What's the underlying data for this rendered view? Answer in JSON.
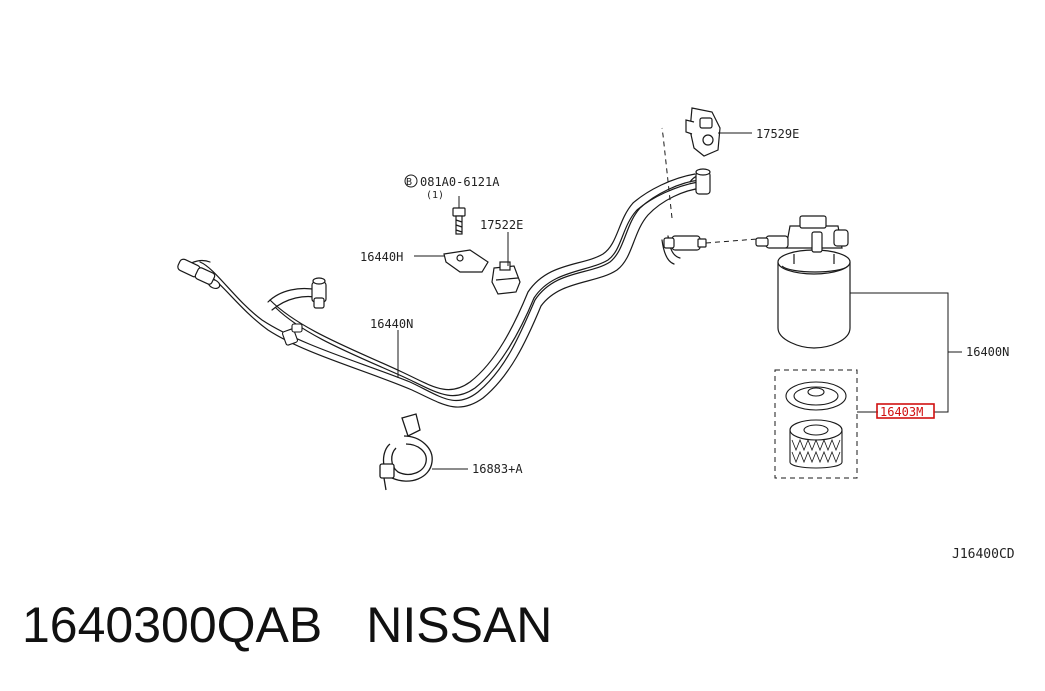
{
  "callouts": {
    "c17529E": "17529E",
    "c081A0": "081A0-6121A",
    "c081A0_qty": "(1)",
    "c081A0_prefix": "B",
    "c17522E": "17522E",
    "c16440H": "16440H",
    "c16440N": "16440N",
    "c16400N": "16400N",
    "c16403M": "16403M",
    "c16883A": "16883+A"
  },
  "diagram_code": "J16400CD",
  "footer": {
    "part_number": "1640300QAB",
    "brand": "NISSAN"
  },
  "colors": {
    "line": "#1a1a1a",
    "highlight_box": "#d01010"
  }
}
